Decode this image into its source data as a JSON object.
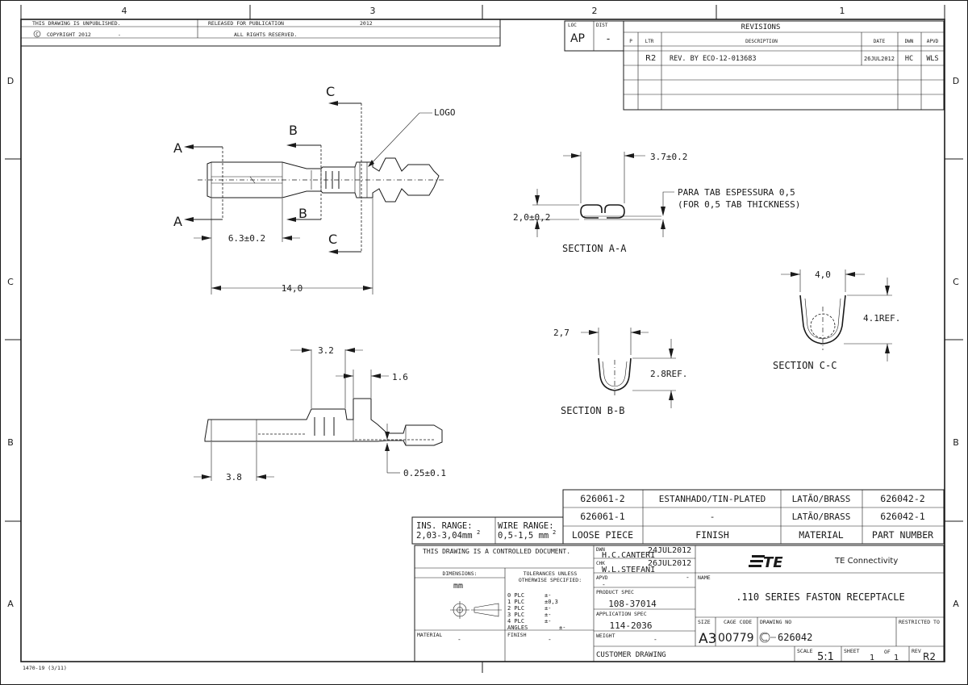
{
  "border": {
    "columns": [
      "4",
      "3",
      "2",
      "1"
    ],
    "rows": [
      "D",
      "C",
      "B",
      "A"
    ]
  },
  "header": {
    "unpublished": "THIS DRAWING IS UNPUBLISHED.",
    "copyright_symbol": "C",
    "copyright": "COPYRIGHT 2012",
    "copyright_dash": "-",
    "released": "RELEASED FOR PUBLICATION",
    "year": "2012",
    "rights": "ALL RIGHTS RESERVED.",
    "loc_label": "LOC",
    "loc_value": "AP",
    "dist_label": "DIST",
    "dist_value": "-"
  },
  "revisions": {
    "title": "REVISIONS",
    "headers": {
      "p": "P",
      "ltr": "LTR",
      "description": "DESCRIPTION",
      "date": "DATE",
      "dwn": "DWN",
      "apvd": "APVD"
    },
    "rows": [
      {
        "ltr": "R2",
        "description": "REV. BY ECO-12-013683",
        "date": "26JUL2012",
        "dwn": "HC",
        "apvd": "WLS"
      }
    ]
  },
  "views": {
    "logo_label": "LOGO",
    "cut_a": "A",
    "cut_b": "B",
    "cut_c": "C",
    "dim_6_3": "6.3±0.2",
    "dim_14": "14,0",
    "dim_3_2": "3.2",
    "dim_1_6": "1.6",
    "dim_3_8": "3.8",
    "dim_0_25": "0.25±0.1"
  },
  "section_aa": {
    "title": "SECTION  A-A",
    "dim_width": "3.7±0.2",
    "dim_height": "2,0±0,2",
    "note_line1": "PARA TAB ESPESSURA 0,5",
    "note_line2": "(FOR 0,5 TAB THICKNESS)"
  },
  "section_bb": {
    "title": "SECTION  B-B",
    "dim_width": "2,7",
    "dim_height": "2.8REF."
  },
  "section_cc": {
    "title": "SECTION  C-C",
    "dim_width": "4,0",
    "dim_height": "4.1REF."
  },
  "parts_table": {
    "rows": [
      {
        "part": "626061-2",
        "finish": "ESTANHADO/TIN-PLATED",
        "material": "LATÃO/BRASS",
        "part_number": "626042-2"
      },
      {
        "part": "626061-1",
        "finish": "-",
        "material": "LATÃO/BRASS",
        "part_number": "626042-1"
      }
    ],
    "headers": {
      "part": "LOOSE PIECE",
      "finish": "FINISH",
      "material": "MATERIAL",
      "part_number": "PART NUMBER"
    },
    "ins_range_label": "INS. RANGE:",
    "ins_range_value": "2,03-3,04mm",
    "ins_range_sup": "2",
    "wire_range_label": "WIRE RANGE:",
    "wire_range_value": "0,5-1,5 mm",
    "wire_range_sup": "2"
  },
  "title_block": {
    "controlled": "THIS DRAWING IS A CONTROLLED DOCUMENT.",
    "dwn_label": "DWN",
    "dwn_name": "H.C.CANTERI",
    "dwn_date": "24JUL2012",
    "chk_label": "CHK",
    "chk_name": "W.L.STEFANI",
    "chk_date": "26JUL2012",
    "apvd_label": "APVD",
    "apvd_value": "-",
    "apvd_value2": "-",
    "dimensions_label": "DIMENSIONS:",
    "dimensions_unit": "mm",
    "tolerances_label": "TOLERANCES UNLESS",
    "tolerances_label2": "OTHERWISE SPECIFIED:",
    "tolerances": [
      {
        "label": "0 PLC",
        "value": "±-"
      },
      {
        "label": "1 PLC",
        "value": "±0,3"
      },
      {
        "label": "2 PLC",
        "value": "±-"
      },
      {
        "label": "3 PLC",
        "value": "±-"
      },
      {
        "label": "4 PLC",
        "value": "±-"
      },
      {
        "label": "ANGLES",
        "value": "±-"
      }
    ],
    "product_spec_label": "PRODUCT SPEC",
    "product_spec": "108-37014",
    "application_spec_label": "APPLICATION SPEC",
    "application_spec": "114-2036",
    "weight_label": "WEIGHT",
    "weight_value": "-",
    "material_label": "MATERIAL",
    "material_value": "-",
    "finish_label": "FINISH",
    "finish_value": "-",
    "customer_drawing": "CUSTOMER DRAWING",
    "company": "TE Connectivity",
    "logo": "TE",
    "name_label": "NAME",
    "name": ".110 SERIES FASTON RECEPTACLE",
    "size_label": "SIZE",
    "size": "A3",
    "cage_label": "CAGE CODE",
    "cage": "00779",
    "drawing_no_label": "DRAWING NO",
    "drawing_no": "626042",
    "restricted_label": "RESTRICTED TO",
    "scale_label": "SCALE",
    "scale": "5:1",
    "sheet_label": "SHEET",
    "sheet": "1",
    "of_label": "OF",
    "of": "1",
    "rev_label": "REV",
    "rev": "R2"
  },
  "form_number": "1470-19 (3/11)"
}
